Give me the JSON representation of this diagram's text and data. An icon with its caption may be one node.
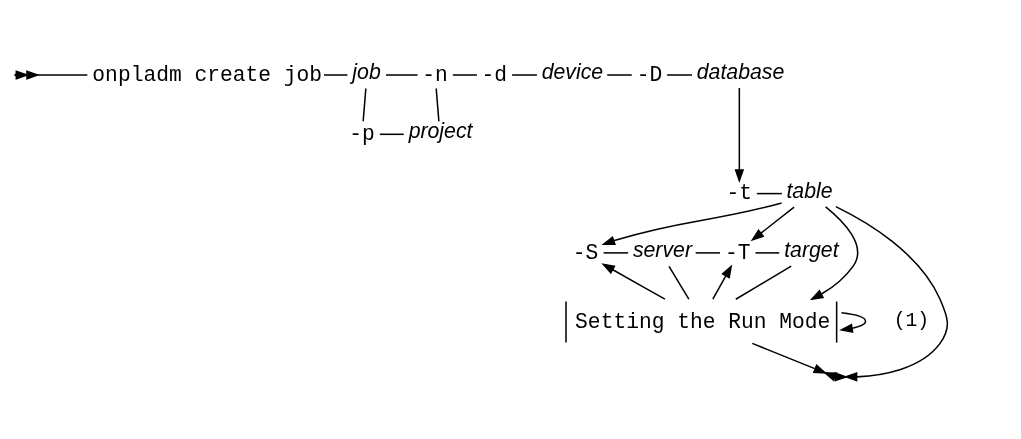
{
  "diagram": {
    "nodes": [
      {
        "text": [
          "onpladm create job"
        ]
      },
      {
        "text": [
          "job"
        ]
      },
      {
        "text": [
          "-p"
        ]
      },
      {
        "text": [
          "project"
        ]
      },
      {
        "text": [
          "-n"
        ]
      },
      {
        "text": [
          "-d"
        ]
      },
      {
        "text": [
          "device"
        ]
      },
      {
        "text": [
          "-D"
        ]
      },
      {
        "text": [
          "database"
        ]
      },
      {
        "text": [
          "-t"
        ]
      },
      {
        "text": [
          "table"
        ]
      },
      {
        "text": [
          "-S"
        ]
      },
      {
        "text": [
          "server"
        ]
      },
      {
        "text": [
          "-T"
        ]
      },
      {
        "text": [
          "target"
        ]
      },
      {
        "text": [
          "Setting the Run Mode"
        ],
        "beside": [
          "(1)"
        ]
      }
    ],
    "edges": [
      {
        "from": null,
        "to": 0,
        "arrow": "other"
      },
      {
        "from": 0,
        "to": 1,
        "arrow": "none"
      },
      {
        "from": 1,
        "to": 2,
        "arrow": "none"
      },
      {
        "from": 2,
        "to": 3,
        "arrow": "none"
      },
      {
        "from": 3,
        "to": 4,
        "arrow": "none"
      },
      {
        "from": 1,
        "to": 4,
        "arrow": "none"
      },
      {
        "from": 4,
        "to": 5,
        "arrow": "none"
      },
      {
        "from": 5,
        "to": 6,
        "arrow": "none"
      },
      {
        "from": 6,
        "to": 7,
        "arrow": "none"
      },
      {
        "from": 7,
        "to": 8,
        "arrow": "none"
      },
      {
        "from": 8,
        "to": 9,
        "arrow": "to"
      },
      {
        "from": 9,
        "to": 10,
        "arrow": "none"
      },
      {
        "from": 10,
        "to": 11,
        "arrow": "to"
      },
      {
        "from": 10,
        "to": 13,
        "arrow": "to"
      },
      {
        "from": 10,
        "to": 15,
        "arrow": "to"
      },
      {
        "from": 10,
        "to": null,
        "arrow": "to"
      },
      {
        "from": 11,
        "to": 12,
        "arrow": "none"
      },
      {
        "from": 12,
        "to": 13,
        "arrow": "none"
      },
      {
        "from": 12,
        "to": 15,
        "arrow": "none"
      },
      {
        "from": 13,
        "to": 14,
        "arrow": "none"
      },
      {
        "from": 14,
        "to": 15,
        "arrow": "none"
      },
      {
        "from": 15,
        "to": null,
        "arrow": "to"
      },
      {
        "from": 15,
        "to": 11,
        "arrow": "to"
      },
      {
        "from": 15,
        "to": 13,
        "arrow": "to"
      },
      {
        "from": 15,
        "to": 15,
        "arrow": "to"
      }
    ]
  }
}
